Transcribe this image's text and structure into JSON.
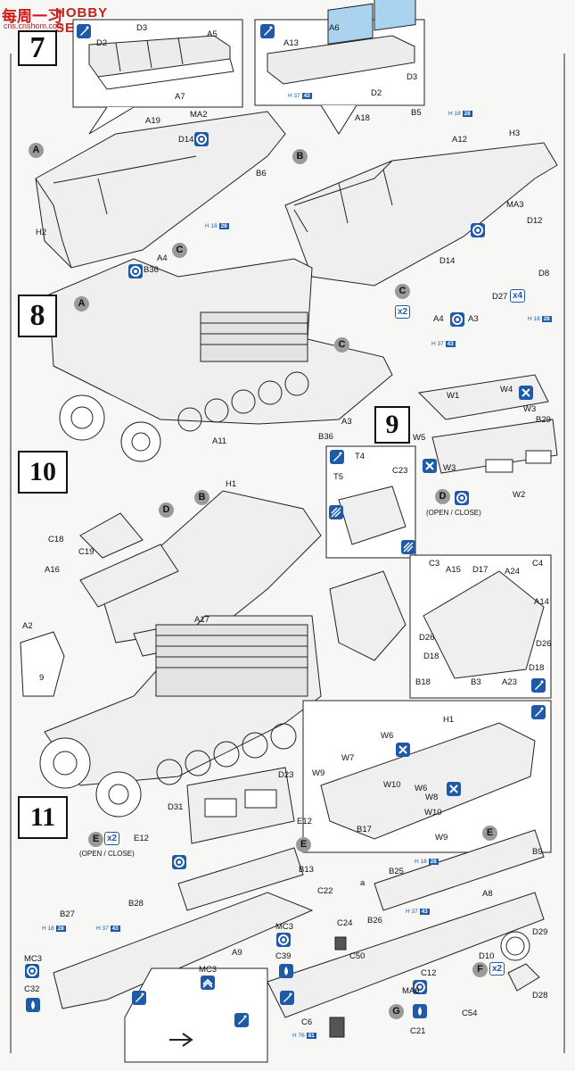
{
  "watermark": {
    "line1": "每周一习",
    "line2": "HOBBY SEARCH",
    "line3": "cns.cnshom.com"
  },
  "steps": {
    "s7": "7",
    "s8": "8",
    "s9": "9",
    "s10": "10",
    "s11": "11"
  },
  "sub_assemblies": [
    "A",
    "B",
    "C",
    "D",
    "E",
    "F",
    "G"
  ],
  "labels": {
    "D2": "D2",
    "D3": "D3",
    "A5": "A5",
    "A7": "A7",
    "A6": "A6",
    "A13": "A13",
    "A19": "A19",
    "MA2": "MA2",
    "D14": "D14",
    "B6": "B6",
    "H2": "H2",
    "A18": "A18",
    "B5": "B5",
    "A12": "A12",
    "H3": "H3",
    "MA3": "MA3",
    "D12": "D12",
    "D8": "D8",
    "D27": "D27",
    "A4": "A4",
    "A3": "A3",
    "B36": "B36",
    "A11": "A11",
    "W1": "W1",
    "W4": "W4",
    "W3": "W3",
    "W5": "W5",
    "B29": "B29",
    "W2": "W2",
    "H1": "H1",
    "T4": "T4",
    "T5": "T5",
    "C23": "C23",
    "C18": "C18",
    "C19": "C19",
    "A16": "A16",
    "A17": "A17",
    "A2": "A2",
    "C3": "C3",
    "A15": "A15",
    "D17": "D17",
    "A24": "A24",
    "C4": "C4",
    "A14": "A14",
    "D26": "D26",
    "D18": "D18",
    "B18": "B18",
    "B3": "B3",
    "A23": "A23",
    "W6": "W6",
    "W7": "W7",
    "W9": "W9",
    "W10": "W10",
    "W8": "W8",
    "B17": "B17",
    "D23": "D23",
    "D31": "D31",
    "E12": "E12",
    "B13": "B13",
    "B9": "B9",
    "B25": "B25",
    "A8": "A8",
    "C22": "C22",
    "C24": "C24",
    "B26": "B26",
    "D29": "D29",
    "B27": "B27",
    "B28": "B28",
    "A9": "A9",
    "MC3": "MC3",
    "C39": "C39",
    "C50": "C50",
    "D10": "D10",
    "C12": "C12",
    "MA6": "MA6",
    "C54": "C54",
    "D28": "D28",
    "C32": "C32",
    "C6": "C6",
    "C21": "C21",
    "a": "a",
    "nine": "9"
  },
  "counts": {
    "x4": "x4",
    "x2": "x2"
  },
  "notes": {
    "open_close": "(OPEN / CLOSE)"
  },
  "hbadges": {
    "h18_28": [
      "H",
      "18",
      "28"
    ],
    "h37_43": [
      "H",
      "37",
      "43"
    ],
    "h76_81": [
      "H",
      "76",
      "81"
    ]
  },
  "colors": {
    "accent": "#1e5aa8",
    "glass": "#a9d3ef",
    "gray_circle": "#9a9a9a",
    "ink": "#111111"
  }
}
